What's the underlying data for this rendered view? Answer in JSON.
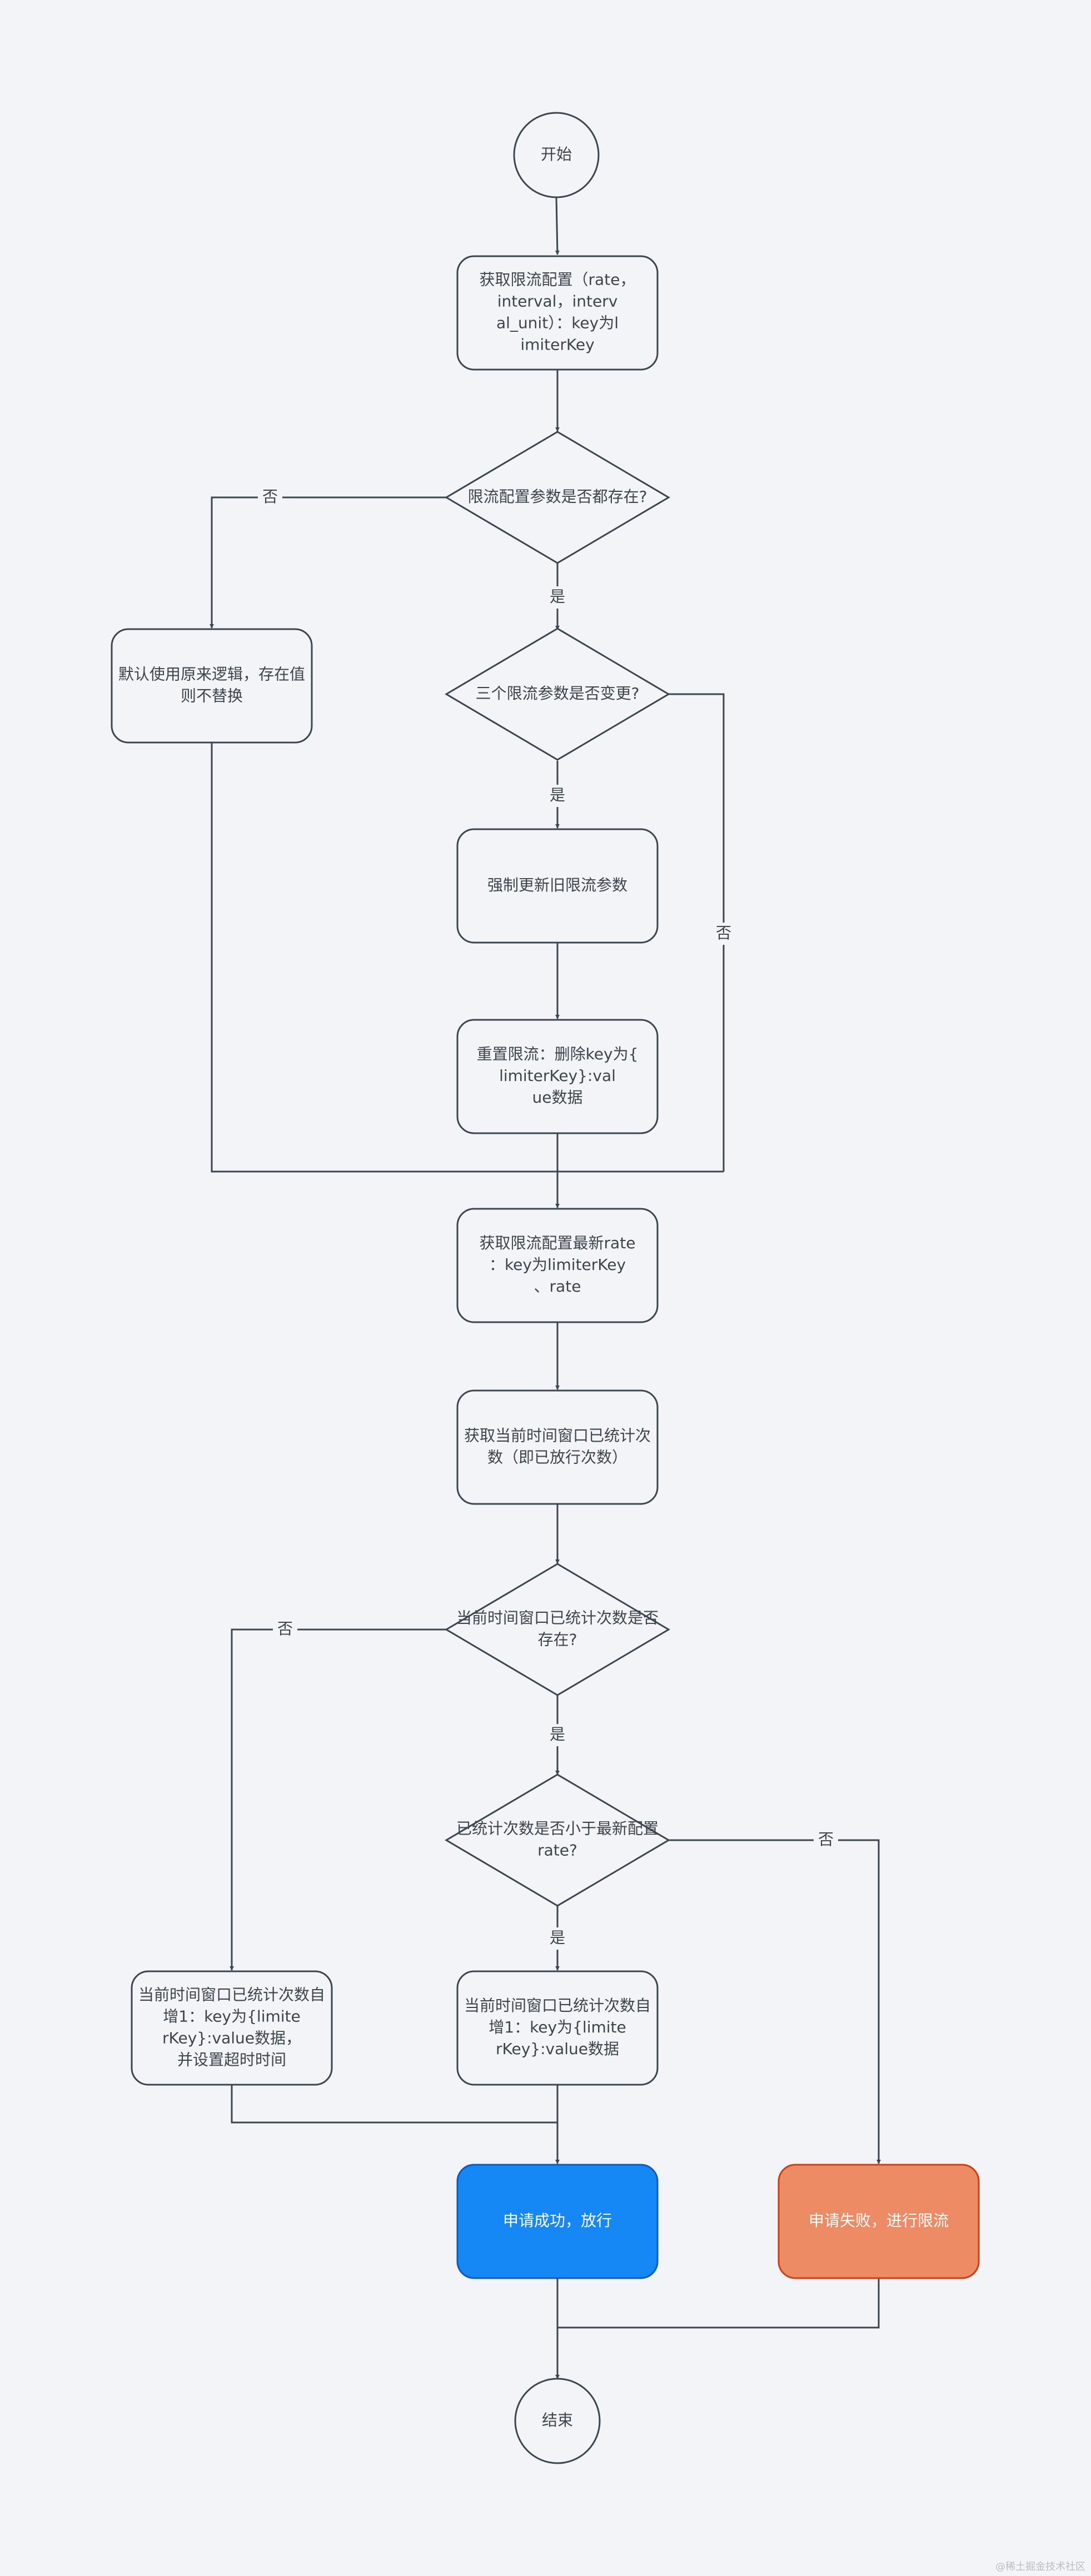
{
  "colors": {
    "background": "#f2f4f7",
    "line": "#3a4750",
    "success_fill": "#1688f5",
    "fail_fill": "#ec8b64"
  },
  "nodes": {
    "start": {
      "lines": [
        "开始"
      ]
    },
    "get_config": {
      "lines": [
        "获取限流配置（rate，",
        "interval，interv",
        "al_unit）：key为l",
        "imiterKey"
      ]
    },
    "params_exist": {
      "lines": [
        "限流配置参数是否都存在?"
      ]
    },
    "default_logic": {
      "lines": [
        "默认使用原来逻辑，存在值",
        "则不替换"
      ]
    },
    "params_changed": {
      "lines": [
        "三个限流参数是否变更?"
      ]
    },
    "force_update": {
      "lines": [
        "强制更新旧限流参数"
      ]
    },
    "reset_limit": {
      "lines": [
        "重置限流：删除key为{",
        "limiterKey}:val",
        "ue数据"
      ]
    },
    "get_latest_rate": {
      "lines": [
        "获取限流配置最新rate",
        "：key为limiterKey",
        "、rate"
      ]
    },
    "get_count": {
      "lines": [
        "获取当前时间窗口已统计次",
        "数（即已放行次数）"
      ]
    },
    "count_exists": {
      "lines": [
        "当前时间窗口已统计次数是否",
        "存在?"
      ]
    },
    "less_than_rate": {
      "lines": [
        "已统计次数是否小于最新配置",
        "rate?"
      ]
    },
    "increment_with_expire": {
      "lines": [
        "当前时间窗口已统计次数自",
        "增1：key为{limite",
        "rKey}:value数据，",
        "并设置超时时间"
      ]
    },
    "increment": {
      "lines": [
        "当前时间窗口已统计次数自",
        "增1：key为{limite",
        "rKey}:value数据"
      ]
    },
    "success": {
      "lines": [
        "申请成功，放行"
      ]
    },
    "fail": {
      "lines": [
        "申请失败，进行限流"
      ]
    },
    "end": {
      "lines": [
        "结束"
      ]
    }
  },
  "edge_labels": {
    "params_exist_no": "否",
    "params_exist_yes": "是",
    "params_changed_yes": "是",
    "params_changed_no": "否",
    "count_exists_no": "否",
    "count_exists_yes": "是",
    "less_than_rate_yes": "是",
    "less_than_rate_no": "否"
  },
  "watermark": "@稀土掘金技术社区"
}
